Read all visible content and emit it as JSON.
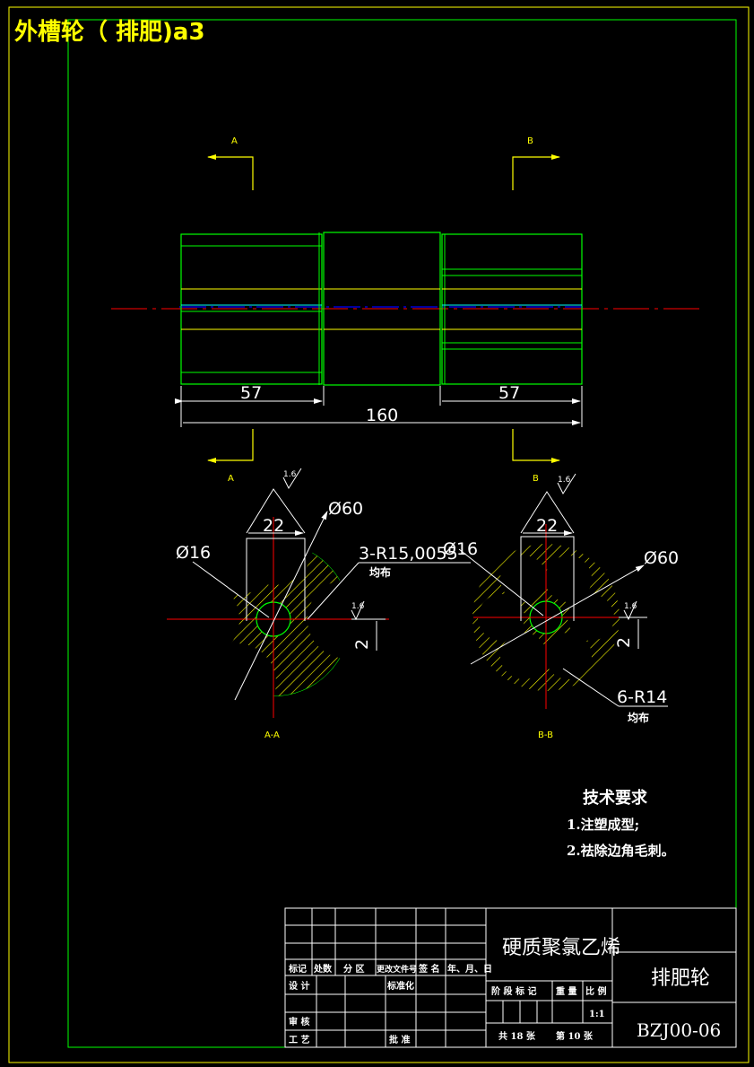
{
  "title": "外槽轮（  排肥)a3",
  "section_markers": {
    "a_top": "A",
    "b_top": "B",
    "a_bottom": "A",
    "b_bottom": "B"
  },
  "dimensions": {
    "left_length": "57",
    "right_length": "57",
    "total_length": "160",
    "width_a": "22",
    "width_b": "22",
    "dia_outer_a": "Ø60",
    "dia_bore_a": "Ø16",
    "groove_note_a": "3-R15,0055",
    "groove_even_a": "均布",
    "dia_outer_b": "Ø60",
    "dia_bore_b": "Ø16",
    "groove_note_b": "6-R14",
    "groove_even_b": "均布",
    "depth_a": "2",
    "depth_b": "2",
    "roughness": "1.6"
  },
  "section_labels": {
    "aa": "A-A",
    "bb": "B-B"
  },
  "tech_requirements": {
    "heading": "技术要求",
    "items": [
      "1.注塑成型;",
      "2.祛除边角毛刺。"
    ]
  },
  "title_block": {
    "material": "硬质聚氯乙烯",
    "part_name": "排肥轮",
    "drawing_no": "BZJ00-06",
    "revision_headers": [
      "标记",
      "处数",
      "分 区",
      "更改文件号",
      "签 名",
      "年、月、日"
    ],
    "row_labels": {
      "design": "设 计",
      "standard": "标准化",
      "review": "审 核",
      "process": "工 艺",
      "approve": "批 准"
    },
    "stage_headers": {
      "stage": "阶 段 标 记",
      "weight": "重 量",
      "scale_label": "比 例"
    },
    "scale": "1:1",
    "sheets_total": "共 18 张",
    "sheet_no": "第 10 张"
  },
  "colors": {
    "frame": "#ffff00",
    "outline": "#00ff00",
    "dimension": "#ffffff",
    "center": "#ff0000",
    "axis": "#0000ff"
  }
}
